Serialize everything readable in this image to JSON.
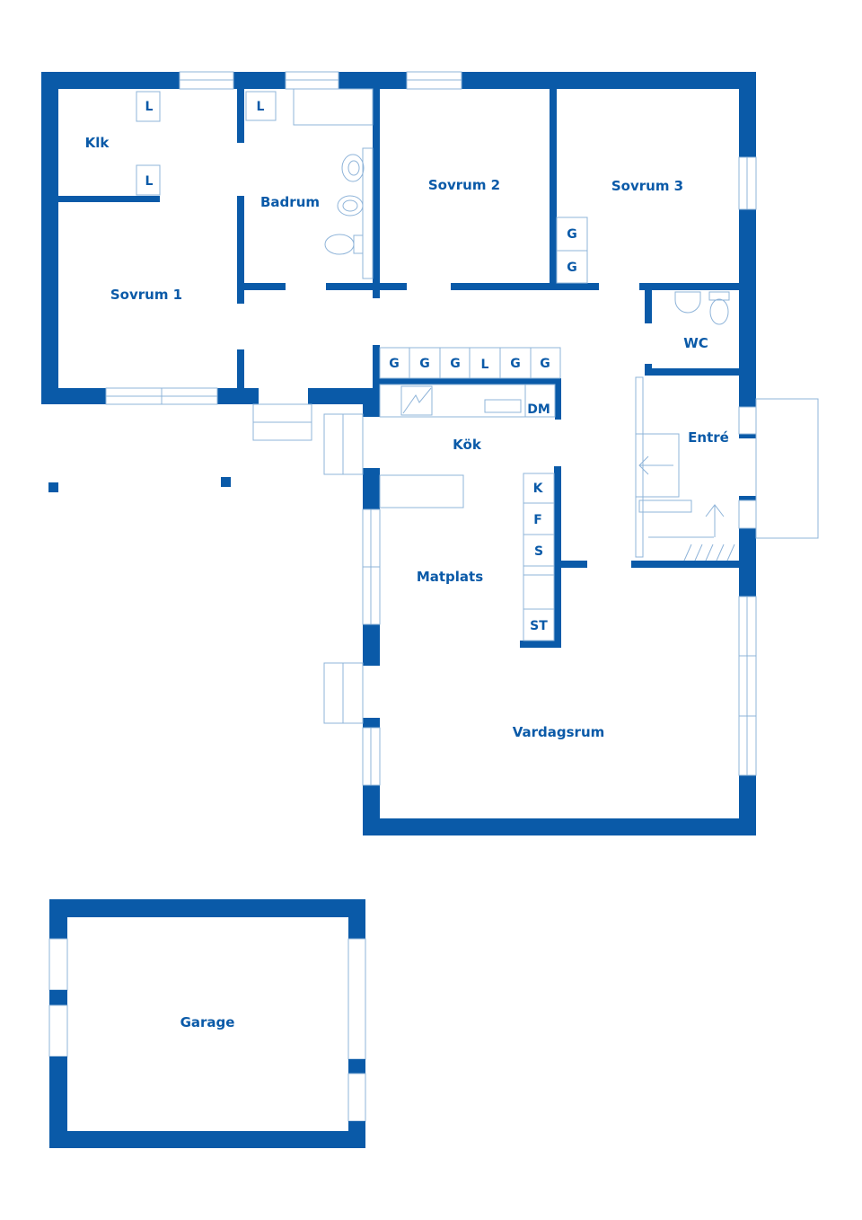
{
  "colors": {
    "wall": "#0a5aa8",
    "fixture": "#8fb4d9",
    "background": "#ffffff"
  },
  "rooms": {
    "klk": "Klk",
    "badrum": "Badrum",
    "sovrum1": "Sovrum 1",
    "sovrum2": "Sovrum 2",
    "sovrum3": "Sovrum 3",
    "wc": "WC",
    "kok": "Kök",
    "entre": "Entré",
    "matplats": "Matplats",
    "vardagsrum": "Vardagsrum",
    "garage": "Garage"
  },
  "storage": {
    "klk_top": "L",
    "klk_bottom": "L",
    "bath_top": "L",
    "s3_g1": "G",
    "s3_g2": "G",
    "row": [
      "G",
      "G",
      "G",
      "L",
      "G",
      "G"
    ],
    "dm": "DM",
    "column": [
      "K",
      "F",
      "S",
      "ST"
    ]
  }
}
